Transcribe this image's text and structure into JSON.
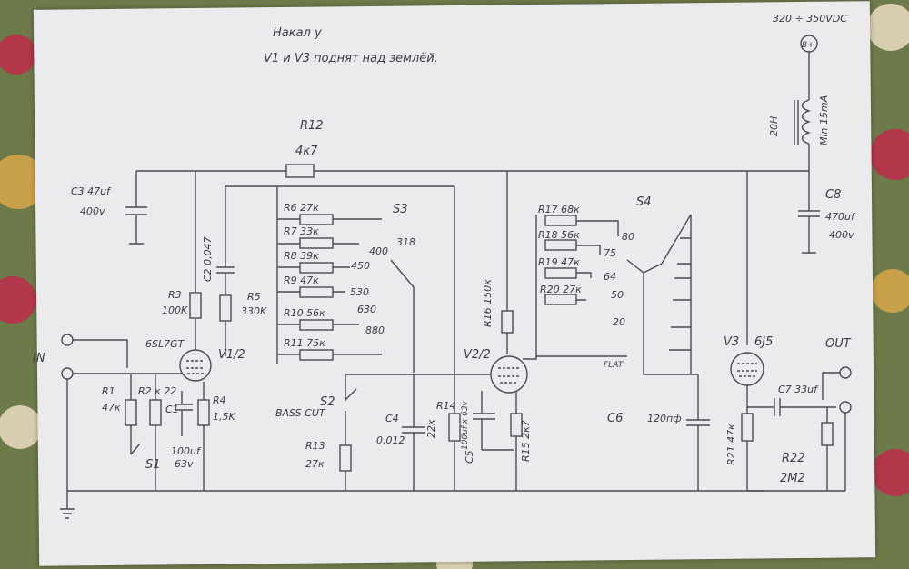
{
  "colors": {
    "paper": "#ebebee",
    "ink": "#4a4a55",
    "fabric": "#6d7a4a",
    "flower": "#b2374a"
  },
  "note": {
    "line1": "Накал у",
    "line2": "V1 и V3 поднят над землёй."
  },
  "supply": {
    "voltage": "320 ÷ 350VDC",
    "node": "B+",
    "choke_value": "20H",
    "choke_current": "Min 15mA"
  },
  "labels": {
    "in": "IN",
    "out": "OUT",
    "R12": "R12",
    "R12_val": "4к7",
    "C3": "C3 47uf",
    "C3_volt": "400v",
    "C2": "C2 0,047",
    "R3": "R3",
    "R3_val": "100K",
    "R5": "R5",
    "R5_val": "330K",
    "V1_type": "6SL7GT",
    "V1": "V1/2",
    "R1": "R1",
    "R1_val": "47к",
    "R2": "R2 к 22",
    "C1": "C1",
    "C1_val": "100uf",
    "C1_volt": "63v",
    "R4": "R4",
    "R4_val": "1,5K",
    "S1": "S1",
    "S3": "S3",
    "R6": "R6 27к",
    "R7": "R7 33к",
    "R8": "R8 39к",
    "R9": "R9 47к",
    "R10": "R10 56к",
    "R11": "R11 75к",
    "s3_318": "318",
    "s3_400": "400",
    "s3_450": "450",
    "s3_530": "530",
    "s3_630": "630",
    "s3_880": "880",
    "S2": "S2",
    "bass_cut": "BASS CUT",
    "R13": "R13",
    "R13_val": "27к",
    "C4": "C4",
    "C4_val": "0,012",
    "R14": "R14",
    "R14_val": "22к",
    "C5": "C5",
    "C5_val": "100uf x 63v",
    "R15": "R15 2к7",
    "R16": "R16 150к",
    "V2": "V2/2",
    "S4": "S4",
    "R17": "R17 68к",
    "R18": "R18 56к",
    "R19": "R19 47к",
    "R20": "R20 27к",
    "s4_80": "80",
    "s4_75": "75",
    "s4_64": "64",
    "s4_50": "50",
    "s4_20": "20",
    "s4_flat": "FLAT",
    "C6": "C6",
    "C6_val": "120пф",
    "V3": "V3",
    "V3_type": "6J5",
    "C7": "C7 33uf",
    "R21": "R21 47к",
    "R22": "R22",
    "R22_val": "2M2",
    "C8": "C8",
    "C8_val": "470uf",
    "C8_volt": "400v"
  }
}
